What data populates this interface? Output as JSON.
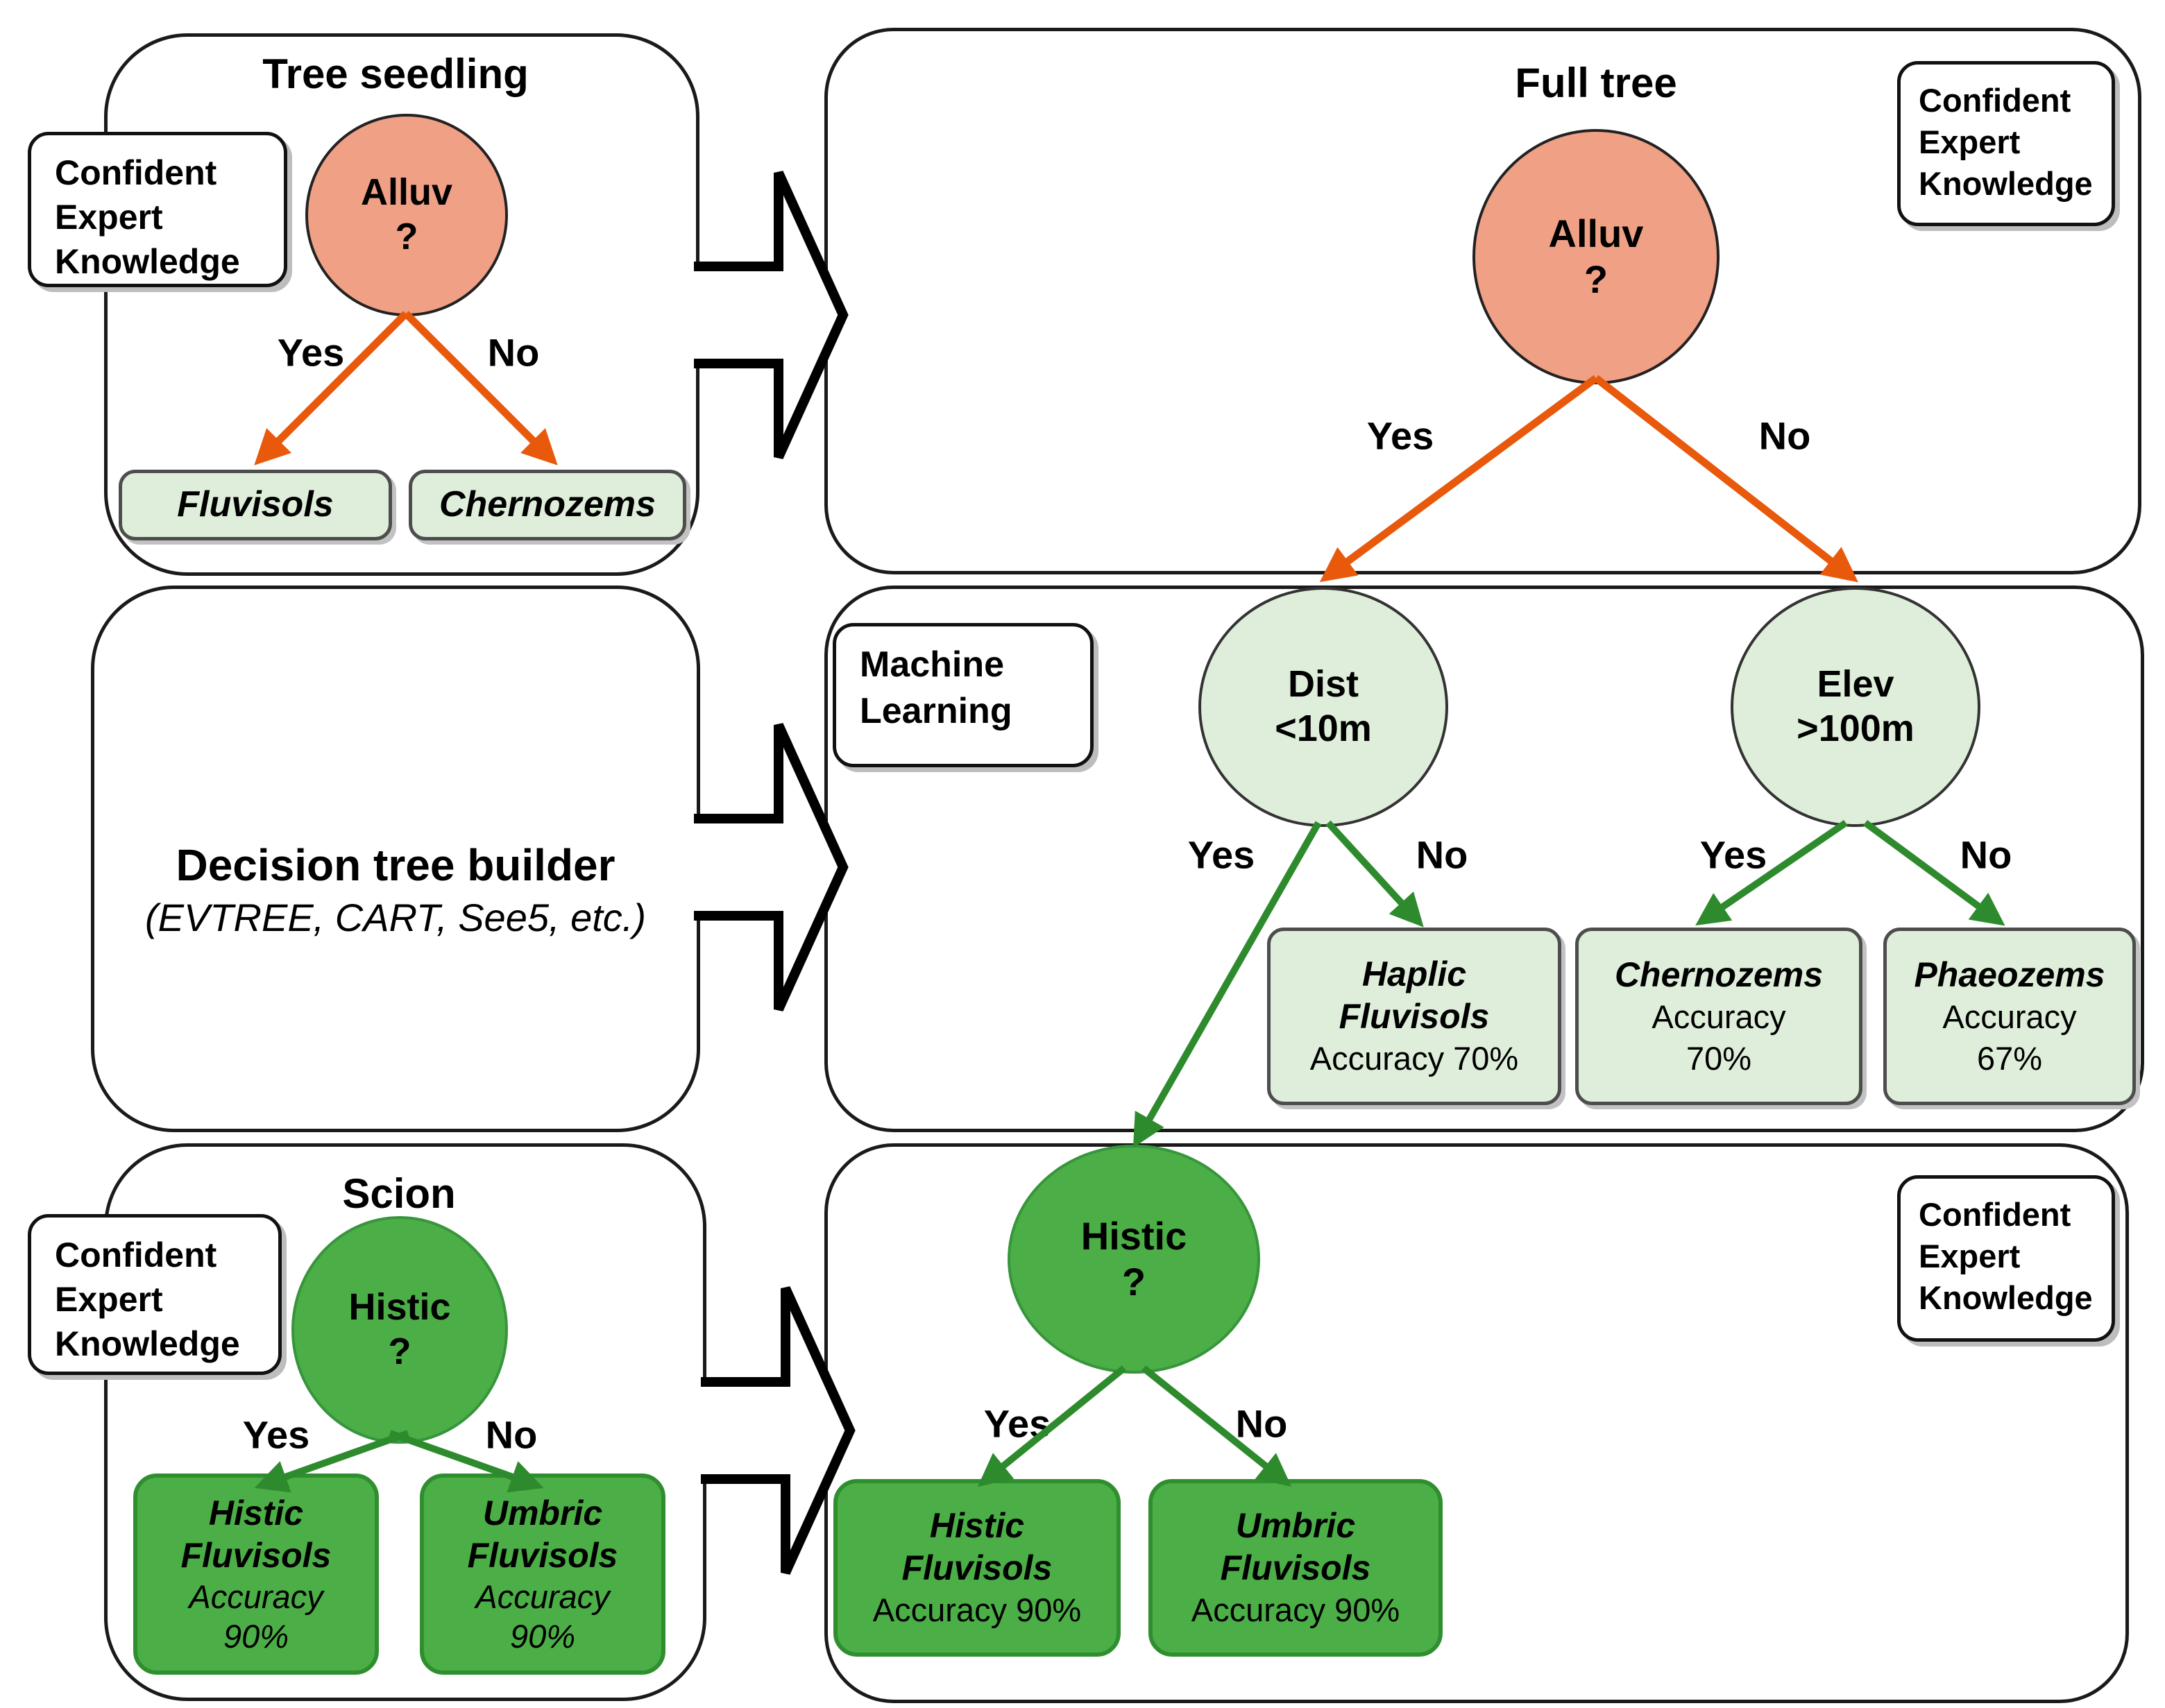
{
  "colors": {
    "node_orange": "#F0A185",
    "node_light_green": "#DFEEDA",
    "node_dark_green": "#4BAE46",
    "arrow_orange": "#E8590C",
    "arrow_green": "#2E8B2D",
    "leaf_border_gray": "#4D4D4D",
    "leaf_border_green": "#2F8F2F",
    "panel_border": "#1A1A1A"
  },
  "labels": {
    "yes": "Yes",
    "no": "No"
  },
  "panels": {
    "tree_seedling": {
      "title": "Tree seedling",
      "expert_badge": "Confident Expert Knowledge",
      "node": {
        "line1": "Alluv",
        "line2": "?"
      },
      "leaf_yes": "Fluvisols",
      "leaf_no": "Chernozems"
    },
    "full_tree": {
      "title": "Full tree",
      "expert_badge": "Confident Expert Knowledge",
      "node": {
        "line1": "Alluv",
        "line2": "?"
      }
    },
    "builder": {
      "title": "Decision tree builder",
      "subtitle": "(EVTREE, CART, See5, etc.)"
    },
    "machine_learning": {
      "badge": "Machine Learning",
      "node_dist": {
        "line1": "Dist",
        "line2": "<10m"
      },
      "node_elev": {
        "line1": "Elev",
        "line2": ">100m"
      },
      "leaf_haplic": {
        "name_line1": "Haplic",
        "name_line2": "Fluvisols",
        "accuracy": "Accuracy 70%"
      },
      "leaf_chernozems": {
        "name": "Chernozems",
        "accuracy_line1": "Accuracy",
        "accuracy_line2": "70%"
      },
      "leaf_phaeozems": {
        "name": "Phaeozems",
        "accuracy_line1": "Accuracy",
        "accuracy_line2": "67%"
      }
    },
    "scion": {
      "title": "Scion",
      "expert_badge": "Confident Expert Knowledge",
      "node": {
        "line1": "Histic",
        "line2": "?"
      },
      "leaf_yes": {
        "name_line1": "Histic",
        "name_line2": "Fluvisols",
        "accuracy_line1": "Accuracy",
        "accuracy_line2": "90%"
      },
      "leaf_no": {
        "name_line1": "Umbric",
        "name_line2": "Fluvisols",
        "accuracy_line1": "Accuracy",
        "accuracy_line2": "90%"
      }
    },
    "grafted_tree": {
      "expert_badge": "Confident Expert Knowledge",
      "node": {
        "line1": "Histic",
        "line2": "?"
      },
      "leaf_yes": {
        "name_line1": "Histic",
        "name_line2": "Fluvisols",
        "accuracy": "Accuracy 90%"
      },
      "leaf_no": {
        "name_line1": "Umbric",
        "name_line2": "Fluvisols",
        "accuracy": "Accuracy 90%"
      }
    }
  }
}
